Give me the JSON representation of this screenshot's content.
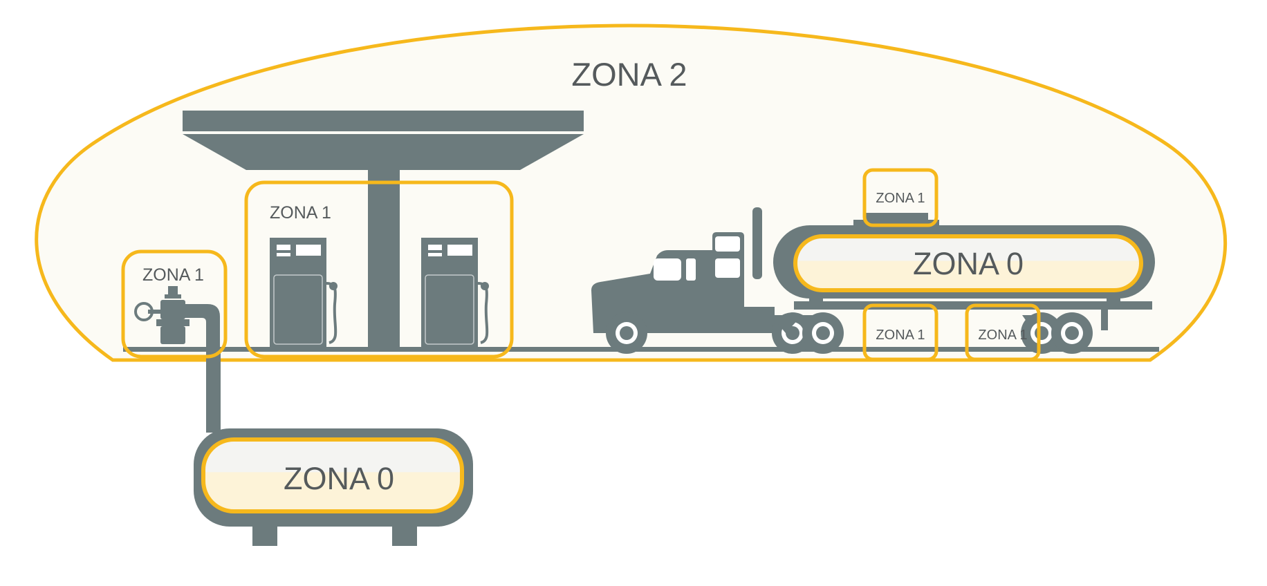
{
  "diagram": {
    "zone_outer": {
      "label": "ZONA 2"
    },
    "zones": {
      "pipe_valve": {
        "label": "ZONA 1"
      },
      "dispensers": {
        "label": "ZONA 1"
      },
      "tank_top": {
        "label": "ZONA 1"
      },
      "tank_bottom_left": {
        "label": "ZONA 1"
      },
      "tank_bottom_right": {
        "label": "ZONA 1"
      },
      "tanker_tank": {
        "label": "ZONA 0"
      },
      "underground_tank": {
        "label": "ZONA 0"
      }
    },
    "colors": {
      "zone_border": "#f6b81c",
      "zone2_fill": "#fcfbf5",
      "equipment": "#6c7b7d",
      "liquid": "#fdf3d8",
      "vapor": "#f4f4f2",
      "label": "#555a5c"
    }
  }
}
